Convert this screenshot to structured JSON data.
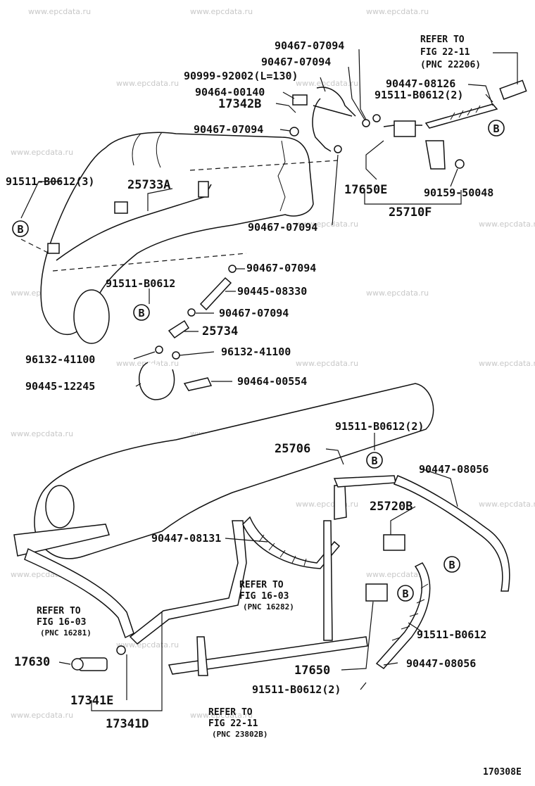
{
  "watermark": "www.epcdata.ru",
  "figure_code": "170308E",
  "callout_letter": "B",
  "refs": {
    "fig2211_top": [
      "REFER TO",
      "FIG 22-11",
      "(PNC 22206)"
    ],
    "fig1603_mid": [
      "REFER TO",
      "FIG 16-03",
      "(PNC 16282)"
    ],
    "fig1603_left": [
      "REFER TO",
      "FIG 16-03",
      "(PNC 16281)"
    ],
    "fig2211_bottom": [
      "REFER TO",
      "FIG 22-11",
      "(PNC 23802B)"
    ]
  },
  "labels": {
    "p_90467_a": "90467-07094",
    "p_90467_b": "90467-07094",
    "p_90999": "90999-92002(L=130)",
    "p_90464_00140": "90464-00140",
    "p_17342b": "17342B",
    "p_90467_c": "90467-07094",
    "p_90447_08126": "90447-08126",
    "p_91511_top2": "91511-B0612(2)",
    "p_91511_3": "91511-B0612(3)",
    "p_25733a": "25733A",
    "p_17650e": "17650E",
    "p_90159": "90159-50048",
    "p_25710f": "25710F",
    "p_90467_d": "90467-07094",
    "p_90467_e": "90467-07094",
    "p_91511_mid": "91511-B0612",
    "p_90445_08330": "90445-08330",
    "p_90467_f": "90467-07094",
    "p_25734": "25734",
    "p_96132_l": "96132-41100",
    "p_96132_r": "96132-41100",
    "p_90445_12245": "90445-12245",
    "p_90464_00554": "90464-00554",
    "p_91511_lower2": "91511-B0612(2)",
    "p_25706": "25706",
    "p_90447_08056_a": "90447-08056",
    "p_25720b": "25720B",
    "p_90447_08131": "90447-08131",
    "p_91511_lower": "91511-B0612",
    "p_17630": "17630",
    "p_17650": "17650",
    "p_90447_08056_b": "90447-08056",
    "p_91511_bottom2": "91511-B0612(2)",
    "p_17341e": "17341E",
    "p_17341d": "17341D"
  }
}
